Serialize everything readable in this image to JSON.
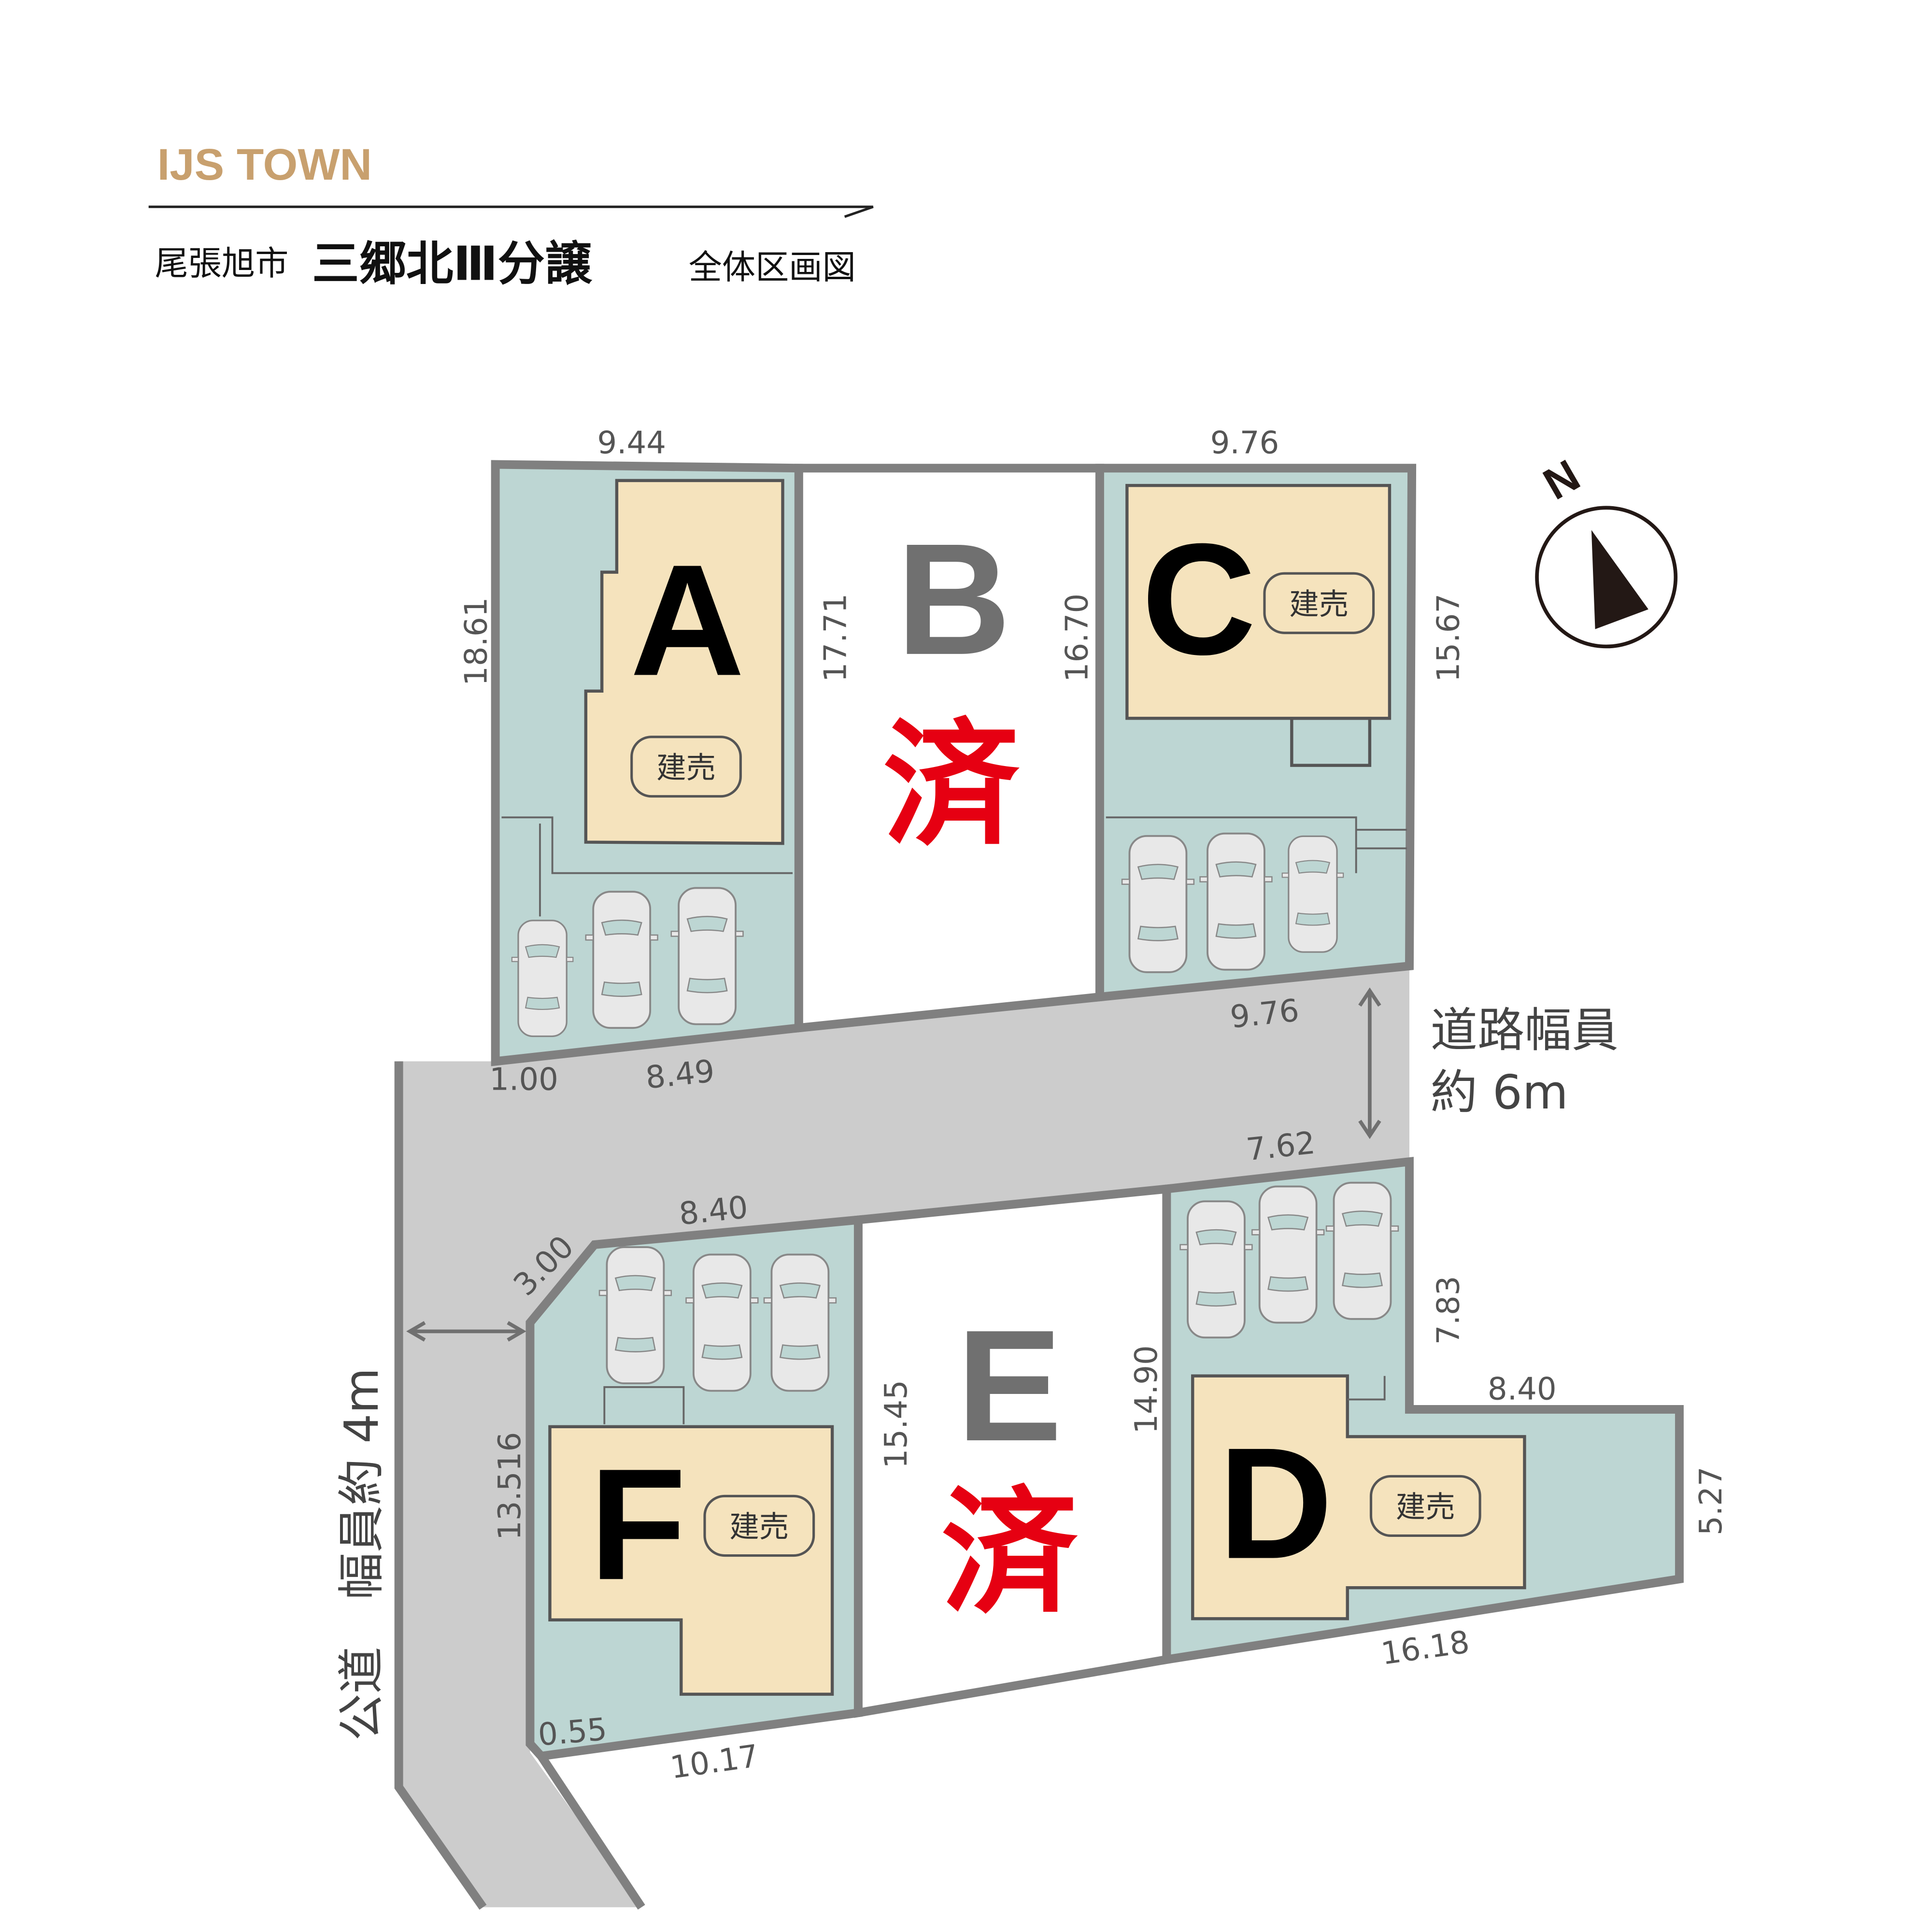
{
  "header": {
    "brand": "IJS TOWN",
    "city": "尾張旭市",
    "project": "三郷北Ⅲ分譲",
    "doc_type": "全体区画図"
  },
  "colors": {
    "brand": "#c8a06e",
    "lot": "#bdd6d3",
    "house": "#f5e3bd",
    "road": "#cccccc",
    "border": "#808080",
    "sold": "#e60012"
  },
  "lots": {
    "A": {
      "label": "A",
      "badge": "建売"
    },
    "B": {
      "label": "B",
      "status": "済"
    },
    "C": {
      "label": "C",
      "badge": "建売"
    },
    "D": {
      "label": "D",
      "badge": "建売"
    },
    "E": {
      "label": "E",
      "status": "済"
    },
    "F": {
      "label": "F",
      "badge": "建売"
    }
  },
  "dimensions": {
    "a_top": "9.44",
    "c_top": "9.76",
    "a_left": "18.61",
    "b_left": "17.71",
    "c_left": "16.70",
    "c_right": "15.67",
    "c_bottom": "9.76",
    "a_corner": "1.00",
    "a_bottom": "8.49",
    "d_top": "7.62",
    "f_top": "8.40",
    "f_corner": "3.00",
    "f_left": "13.516",
    "e_left": "15.45",
    "d_left": "14.90",
    "d_right_upper": "7.83",
    "d_step": "8.40",
    "d_right": "5.27",
    "d_bottom": "16.18",
    "f_corner_bottom": "0.55",
    "f_bottom": "10.17"
  },
  "road": {
    "main_line1": "道路幅員",
    "main_line2": "約 6m",
    "side": "公道　幅員約 4m"
  },
  "compass": {
    "label": "N"
  }
}
